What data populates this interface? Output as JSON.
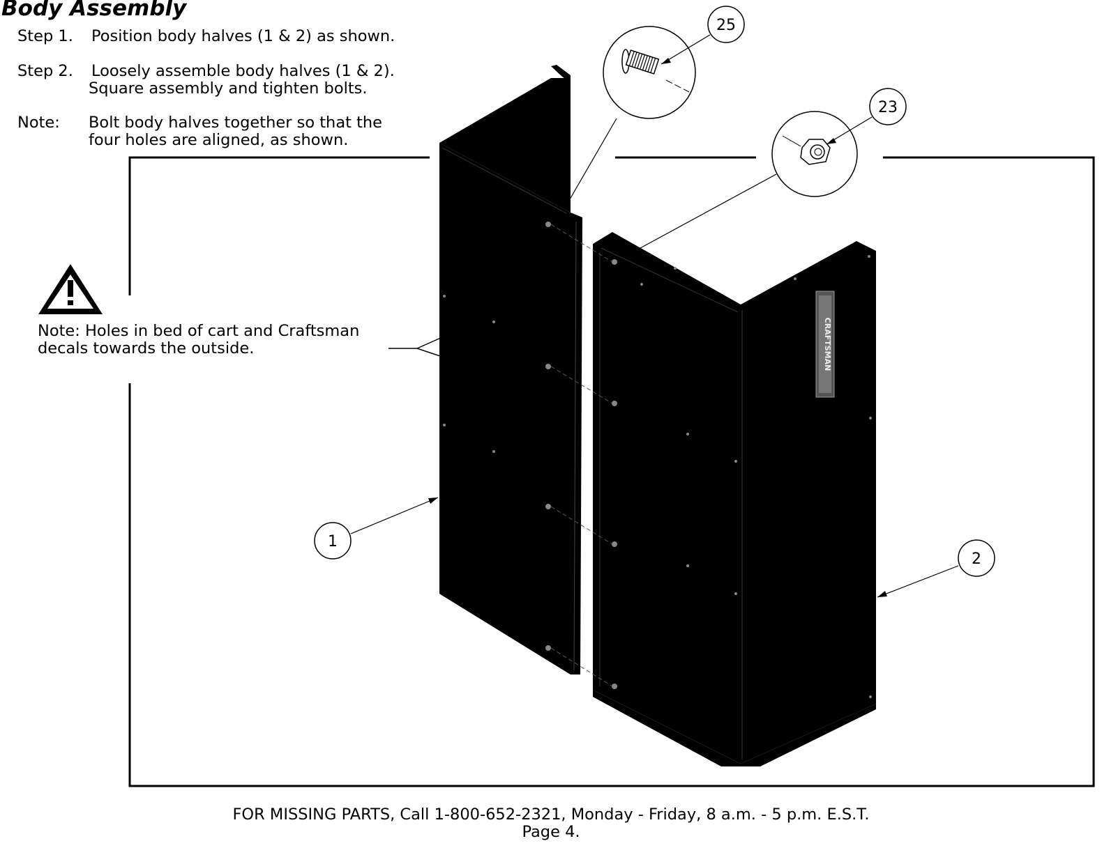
{
  "title": "Body Assembly",
  "steps": [
    {
      "label": "Step 1.",
      "lines": [
        "Position body halves (1 & 2) as shown."
      ]
    },
    {
      "label": "Step 2.",
      "lines": [
        "Loosely assemble body halves (1 & 2).",
        "Square assembly and tighten bolts."
      ]
    },
    {
      "label": "Note:",
      "lines": [
        "Bolt body halves together so that the",
        "four holes are aligned, as shown."
      ]
    }
  ],
  "warning_note": [
    "Note: Holes in bed of cart and Craftsman",
    "decals towards the outside."
  ],
  "callouts": {
    "c25": "25",
    "c23": "23",
    "c1": "1",
    "c2": "2"
  },
  "decal_text": "CRAFTSMAN",
  "footer": {
    "line1": "FOR MISSING PARTS, Call 1-800-652-2321, Monday - Friday, 8 a.m. - 5 p.m. E.S.T.",
    "line2": "Page 4."
  }
}
